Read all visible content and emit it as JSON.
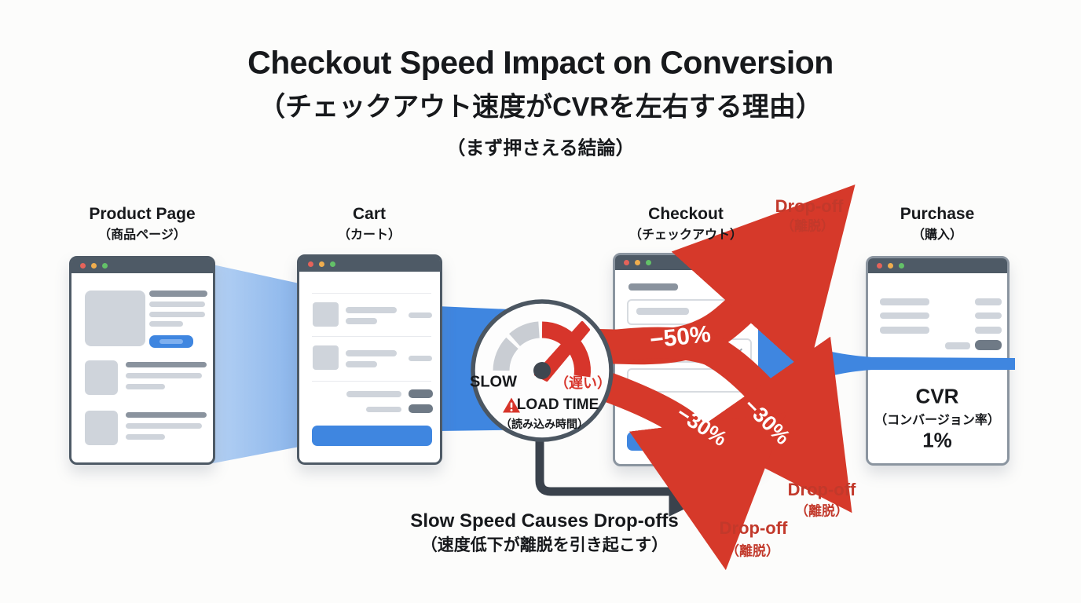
{
  "title": {
    "line1": "Checkout Speed Impact on Conversion",
    "line2": "（チェックアウト速度がCVRを左右する理由）",
    "line3": "（まず押さえる結論）"
  },
  "stages": [
    {
      "name": "Product Page",
      "name_ja": "（商品ページ）"
    },
    {
      "name": "Cart",
      "name_ja": "（カート）"
    },
    {
      "name": "Checkout",
      "name_ja": "（チェックアウト）"
    },
    {
      "name": "Purchase",
      "name_ja": "（購入）"
    }
  ],
  "gauge": {
    "slow": "SLOW",
    "slow_ja": "（遅い）",
    "load_time": "LOAD TIME",
    "load_time_ja": "（読み込み時間）"
  },
  "drop_rates": {
    "to_top_arrow": "−50%",
    "to_right_arrow": "−30%",
    "to_bottom_arrow": "−30%"
  },
  "dropoff_labels": {
    "top": {
      "en": "Drop-off",
      "ja": "（離脱）"
    },
    "right": {
      "en": "Drop-off",
      "ja": "（離脱）"
    },
    "bottom": {
      "en": "Drop-off",
      "ja": "（離脱）"
    }
  },
  "purchase_metric": {
    "label": "CVR",
    "label_ja": "（コンバージョン率）",
    "value": "1%"
  },
  "caption": {
    "en": "Slow Speed Causes Drop-offs",
    "ja": "（速度低下が離脱を引き起こす）"
  },
  "colors": {
    "funnel_light_blue": "#a9cbf2",
    "funnel_blue": "#3f86e0",
    "alert_red": "#d6392a",
    "label_red": "#c2392b",
    "window_slate": "#4e5a66"
  }
}
